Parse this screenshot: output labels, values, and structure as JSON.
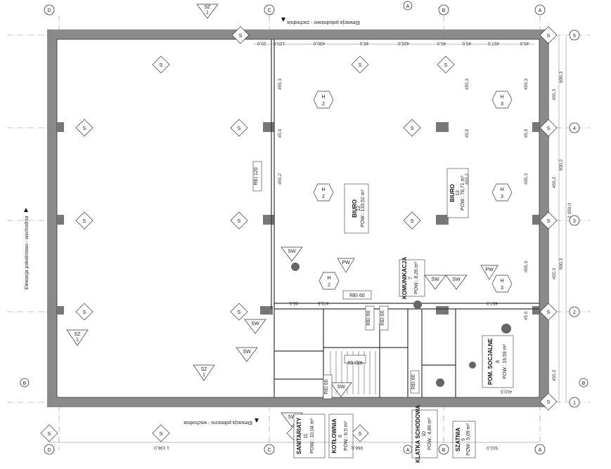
{
  "grid_letters": [
    "D",
    "C",
    "B",
    "A"
  ],
  "grid_numbers": [
    "5",
    "4",
    "3",
    "2",
    "1"
  ],
  "elevations": {
    "top": "Elewacja południowo - zachodnia",
    "left": "Elewacja południowo - wschodnia",
    "bottom": "Elewacja północno - wschodnia"
  },
  "section_marks": [
    "A",
    "B"
  ],
  "rooms": [
    {
      "name": "BIURO",
      "number": "12",
      "area": "POW.: 133,52 m²"
    },
    {
      "name": "BIURO",
      "number": "13",
      "area": "POW.: 78,71 m²"
    },
    {
      "name": "KOMUNIKACJA",
      "number": "7",
      "area": "POW.: 8,26 m²"
    },
    {
      "name": "POM. SOCJALNE",
      "number": "8",
      "area": "POW.: 19,59 m²"
    },
    {
      "name": "SANITARIATY",
      "number": "11",
      "area": "POW.: 10,04 m²"
    },
    {
      "name": "KOTŁOWNIA",
      "number": "6",
      "area": "POW.: 6,5 m²"
    },
    {
      "name": "KLATKA SCHODOWA",
      "number": "10",
      "area": "POW.: 4,86 m²"
    },
    {
      "name": "SZATNIA",
      "number": "9",
      "area": "POW.: 5,09 m²"
    }
  ],
  "fire_labels": [
    "REI 120",
    "REI 60",
    "REI 60",
    "REI 60",
    "REI 60",
    "REI 60",
    "REI 60"
  ],
  "tags": {
    "sz1": "SZ",
    "s4": "S",
    "s3": "S",
    "s2": "S",
    "s1": "S",
    "h2": "H",
    "h3": "H",
    "sw1": "SW",
    "sw2": "SW",
    "sw3": "SW",
    "pw1": "PW",
    "pw2": "PW",
    "n1": "1",
    "n2": "2",
    "n3": "3",
    "n4": "4"
  },
  "dims_top": [
    "20,0",
    "125,0",
    "430,0",
    "45,0",
    "425,0",
    "45,0",
    "45,0",
    "457,0",
    "45,0"
  ],
  "dims_right": [
    "600,3",
    "455,3",
    "900,2",
    "2 050,0",
    "455,2",
    "900,3",
    "455,3",
    "455,3"
  ],
  "dims_bottom": [
    "1 196,0",
    "966,0",
    "502,0"
  ],
  "dims_inner": [
    "455,3",
    "455,2",
    "45,0",
    "455,3",
    "45,0",
    "455,2",
    "455,3",
    "45,0",
    "455,3",
    "455,3",
    "472,5",
    "85,5",
    "457,0",
    "410,5",
    "45,0"
  ]
}
